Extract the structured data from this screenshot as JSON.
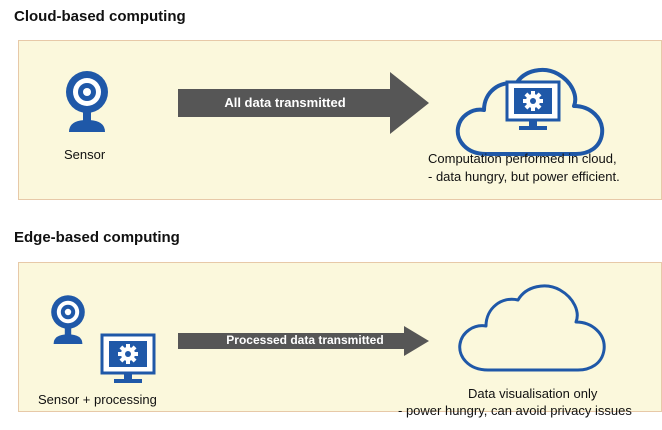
{
  "colors": {
    "icon_blue": "#1f58a8",
    "arrow_gray": "#565656",
    "panel_fill": "#fbf8dc",
    "panel_border": "#e7c9a8"
  },
  "cloud_section": {
    "heading": "Cloud-based computing",
    "sensor_label": "Sensor",
    "arrow_label": "All data transmitted",
    "cloud_caption_line1": "Computation performed in cloud,",
    "cloud_caption_line2": "- data hungry, but power efficient.",
    "icons": [
      "webcam-icon",
      "cloud-icon",
      "monitor-gear-icon"
    ]
  },
  "edge_section": {
    "heading": "Edge-based computing",
    "sensor_label": "Sensor + processing",
    "arrow_label": "Processed data  transmitted",
    "cloud_caption_line1": "Data visualisation only",
    "cloud_caption_line2": "- power hungry, can avoid privacy issues",
    "icons": [
      "webcam-icon",
      "monitor-gear-icon",
      "cloud-icon"
    ]
  }
}
